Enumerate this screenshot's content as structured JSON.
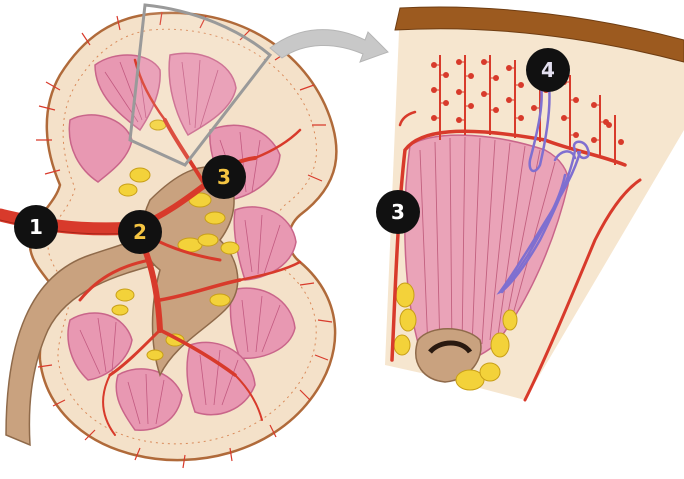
{
  "diagram": {
    "colors": {
      "capsule": "#f2dfc6",
      "pyramid": "#e898b2",
      "pyramid_stroke": "#c9658a",
      "artery": "#d83a2b",
      "artery_dark": "#a82418",
      "fat": "#f3d23a",
      "pelvis": "#c9a27f",
      "nephron": "#7f6fd0",
      "cortex_edge": "#9c5a1f",
      "arrow": "#c8c8c8",
      "marker": "#111111",
      "marker_text_light": "#ffffff",
      "marker_text_accent": "#f5c542",
      "marker_text_4": "#e4e0f0"
    },
    "markers": [
      {
        "id": "1",
        "label": "1"
      },
      {
        "id": "2",
        "label": "2"
      },
      {
        "id": "3a",
        "label": "3"
      },
      {
        "id": "3b",
        "label": "3"
      },
      {
        "id": "4",
        "label": "4"
      }
    ]
  }
}
